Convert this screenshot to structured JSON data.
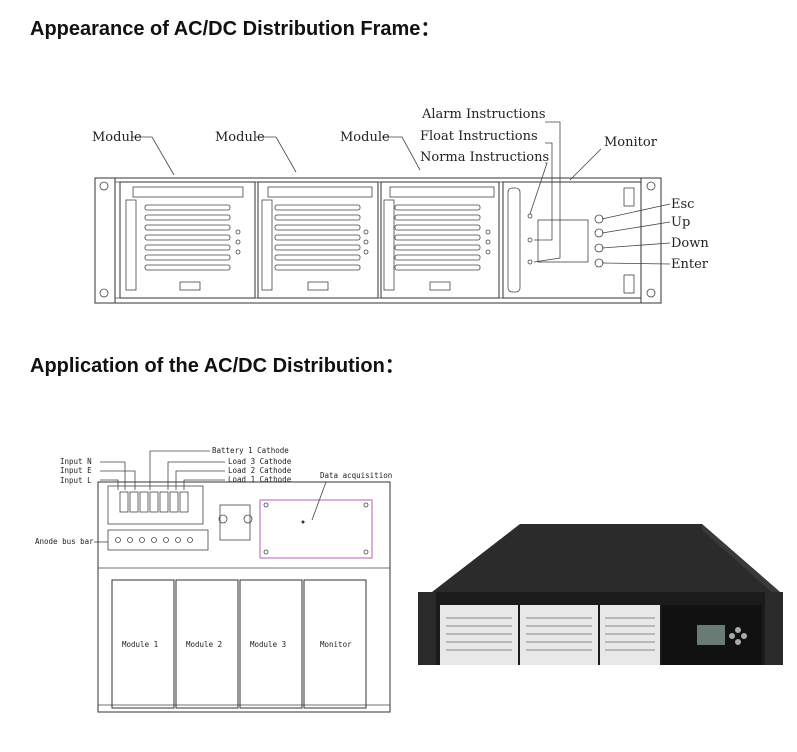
{
  "headings": {
    "appearance": "Appearance of AC/DC Distribution Frame：",
    "application": "Application of the AC/DC Distribution："
  },
  "frame_diagram": {
    "modules": [
      "Module",
      "Module",
      "Module"
    ],
    "indicators": [
      "Alarm Instructions",
      "Float Instructions",
      "Norma Instructions"
    ],
    "monitor": "Monitor",
    "buttons": [
      "Esc",
      "Up",
      "Down",
      "Enter"
    ]
  },
  "wiring_diagram": {
    "inputs": [
      "Input N",
      "Input E",
      "Input L"
    ],
    "cathodes": [
      "Battery 1 Cathode",
      "Load 3 Cathode",
      "Load 2 Cathode",
      "Load 1 Cathode"
    ],
    "data_acquisition": "Data acquisition",
    "anode_bus_bar": "Anode bus bar",
    "slots": [
      "Module 1",
      "Module 2",
      "Module 3",
      "Monitor"
    ]
  }
}
